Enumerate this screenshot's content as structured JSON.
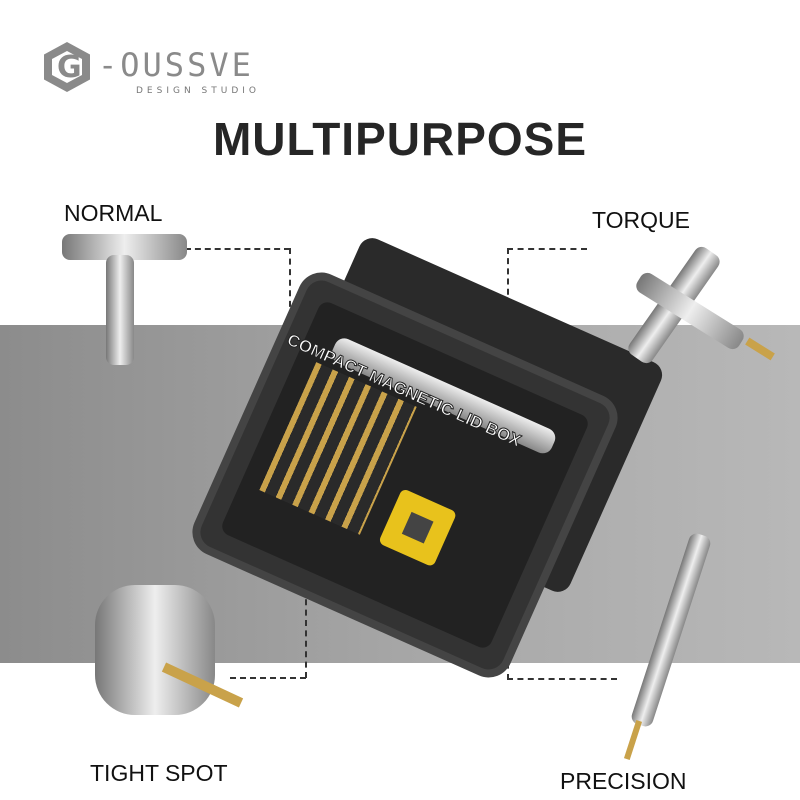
{
  "logo": {
    "name": "-OUSSVE",
    "initial": "G",
    "tagline": "DESIGN STUDIO"
  },
  "title": "MULTIPURPOSE",
  "modes": {
    "normal": "NORMAL",
    "torque": "TORQUE",
    "tight_spot": "TIGHT SPOT",
    "precision": "PRECISION"
  },
  "box_label": "COMPACT MAGNETIC LID BOX",
  "colors": {
    "background": "#ffffff",
    "band": "#9e9e9e",
    "title": "#262626",
    "bit_gold": "#c9a24a",
    "holder_yellow": "#e8c21c"
  }
}
